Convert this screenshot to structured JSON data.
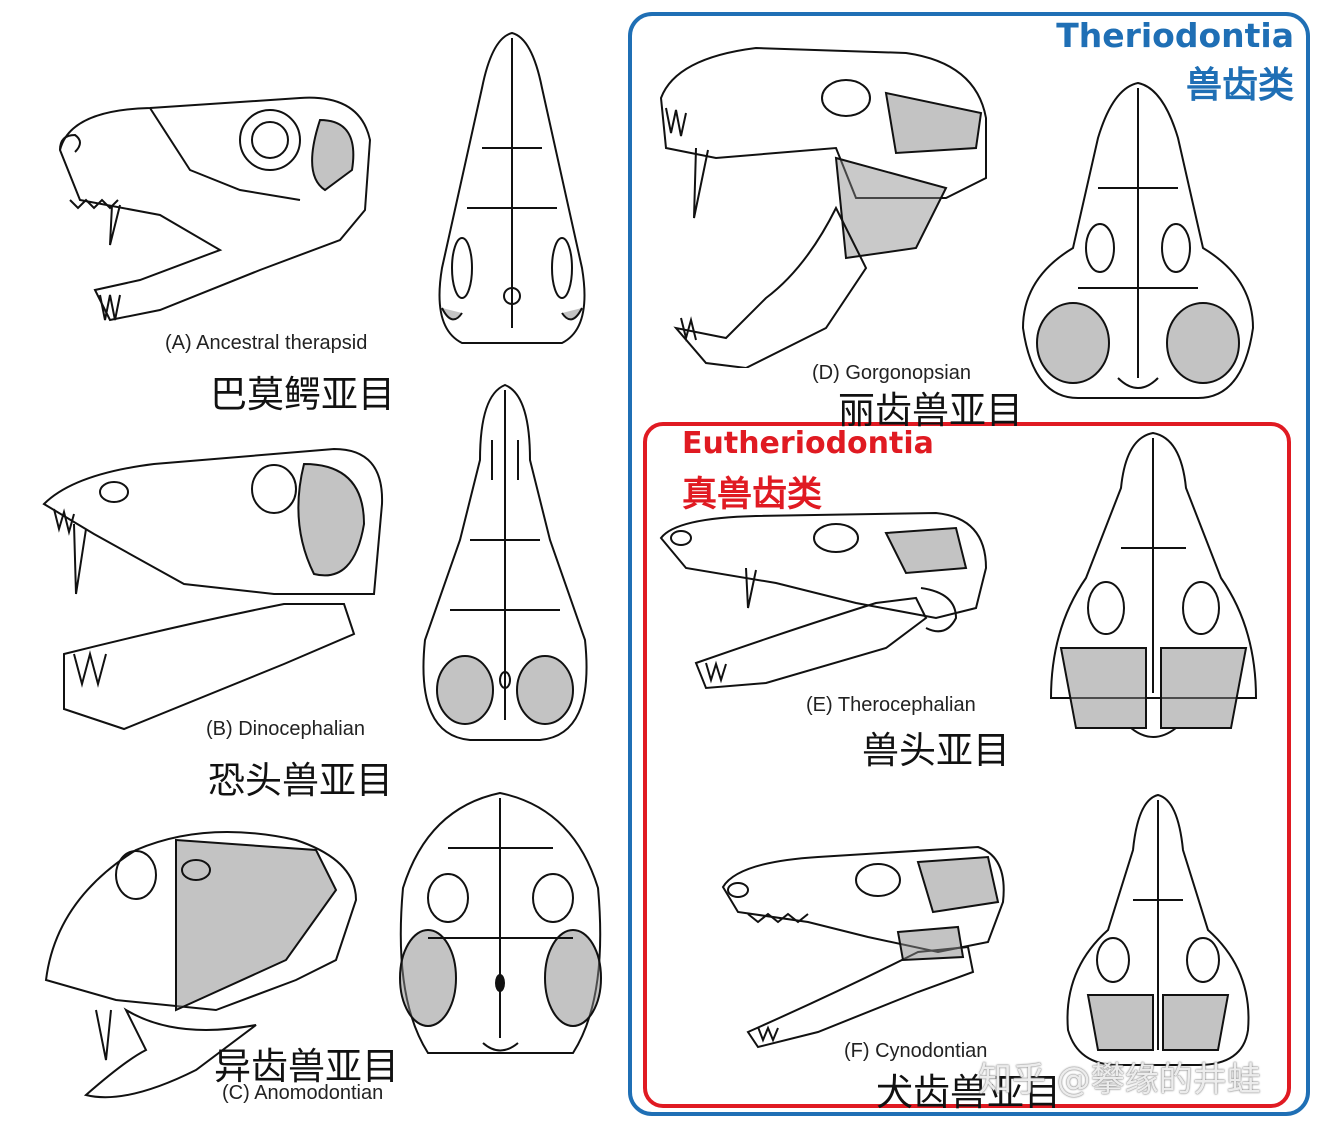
{
  "groups": {
    "theriodontia": {
      "latin": "Theriodontia",
      "chinese": "兽齿类",
      "color": "#1f6fb5"
    },
    "eutheriodontia": {
      "latin": "Eutheriodontia",
      "chinese": "真兽齿类",
      "color": "#e01a22"
    }
  },
  "panels": [
    {
      "id": "A",
      "caption": "(A) Ancestral therapsid",
      "chinese": "巴莫鳄亚目"
    },
    {
      "id": "B",
      "caption": "(B) Dinocephalian",
      "chinese": "恐头兽亚目"
    },
    {
      "id": "C",
      "caption": "(C) Anomodontian",
      "chinese": "异齿兽亚目"
    },
    {
      "id": "D",
      "caption": "(D) Gorgonopsian",
      "chinese": "丽齿兽亚目"
    },
    {
      "id": "E",
      "caption": "(E) Therocephalian",
      "chinese": "兽头亚目"
    },
    {
      "id": "F",
      "caption": "(F) Cynodontian",
      "chinese": "犬齿兽亚目"
    }
  ],
  "watermark": "知乎 @攀缘的井蛙"
}
